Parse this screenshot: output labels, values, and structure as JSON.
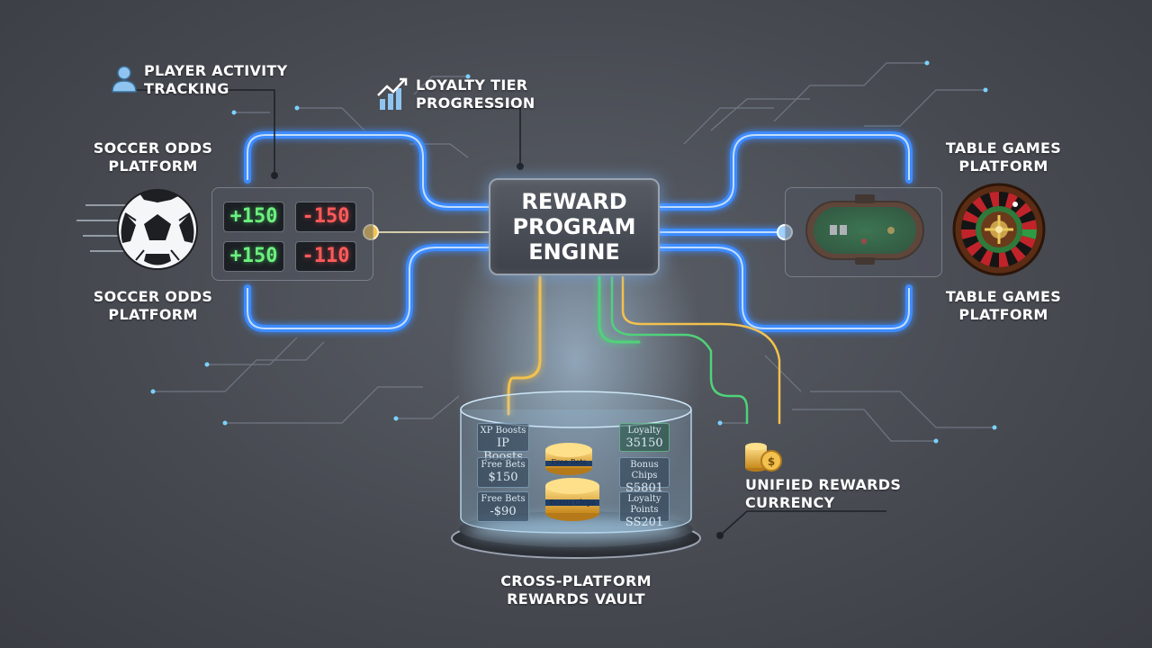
{
  "labels": {
    "player_activity": [
      "PLAYER ACTIVITY",
      "TRACKING"
    ],
    "loyalty_tier": [
      "LOYALTY TIER",
      "PROGRESSION"
    ],
    "soccer_top": [
      "SOCCER ODDS",
      "PLATFORM"
    ],
    "soccer_bottom": [
      "SOCCER ODDS",
      "PLATFORM"
    ],
    "table_top": [
      "TABLE GAMES",
      "PLATFORM"
    ],
    "table_bottom": [
      "TABLE GAMES",
      "PLATFORM"
    ],
    "engine": [
      "REWARD",
      "PROGRAM",
      "ENGINE"
    ],
    "unified_currency": [
      "UNIFIED REWARDS",
      "CURRENCY"
    ],
    "vault": [
      "CROSS-PLATFORM",
      "REWARDS VAULT"
    ]
  },
  "odds": [
    {
      "value": "+150",
      "kind": "pos"
    },
    {
      "value": "-150",
      "kind": "neg"
    },
    {
      "value": "+150",
      "kind": "pos"
    },
    {
      "value": "-110",
      "kind": "neg"
    }
  ],
  "vault_cards": [
    {
      "title": "XP Boosts",
      "value": "IP Boosts"
    },
    {
      "title": "Free Bets",
      "value": "$150"
    },
    {
      "title": "Free Bets",
      "value": "-$90"
    },
    {
      "title": "Loyalty",
      "value": "35150"
    },
    {
      "title": "Bonus Chips",
      "value": "S5801"
    },
    {
      "title": "Loyalty Points",
      "value": "SS201"
    }
  ],
  "coin_labels": [
    "Free Bets",
    "Bonus Chips"
  ],
  "icons": {
    "player": "user-icon",
    "loyalty": "chart-up-icon",
    "soccer": "soccer-ball-icon",
    "table": "poker-table-icon",
    "roulette": "roulette-wheel-icon",
    "coins": "coin-stack-icon"
  },
  "colors": {
    "blue_path": "#3d8bff",
    "gold_path": "#f2c14e",
    "green_path": "#4fd27a",
    "glow": "#9fd0ff"
  }
}
